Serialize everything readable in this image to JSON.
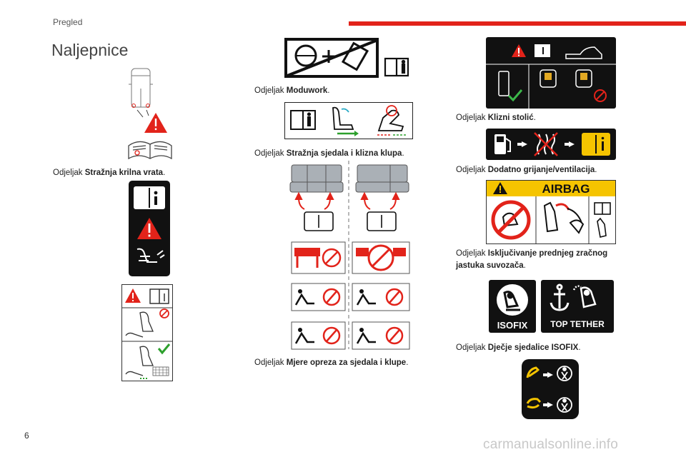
{
  "header": {
    "section": "Pregled",
    "title": "Naljepnice",
    "accent_color": "#e2231a"
  },
  "page_number": "6",
  "captions": [
    {
      "prefix": "Odjeljak ",
      "bold": "Stražnja krilna vrata",
      "suffix": "."
    },
    {
      "prefix": "Odjeljak ",
      "bold": "Moduwork",
      "suffix": "."
    },
    {
      "prefix": "Odjeljak ",
      "bold": "Stražnja sjedala i klizna klupa",
      "suffix": "."
    },
    {
      "prefix": "Odjeljak ",
      "bold": "Mjere opreza za sjedala i klupe",
      "suffix": "."
    },
    {
      "prefix": "Odjeljak ",
      "bold": "Klizni stolić",
      "suffix": "."
    },
    {
      "prefix": "Odjeljak ",
      "bold": "Dodatno grijanje/ventilacija",
      "suffix": "."
    },
    {
      "prefix": "Odjeljak ",
      "bold": "Isključivanje prednjeg zračnog jastuka suvozača",
      "suffix": "."
    },
    {
      "prefix": "Odjeljak ",
      "bold": "Dječje sjedalice ISOFIX",
      "suffix": "."
    }
  ],
  "labels": {
    "airbag": "AIRBAG",
    "isofix": "ISOFIX",
    "top_tether": "TOP TETHER"
  },
  "icons": [
    "van-top-view-icon",
    "warning-triangle-icon",
    "manual-book-icon",
    "prohibited-icon",
    "check-icon",
    "fuel-pump-icon",
    "child-seat-icon",
    "anchor-icon",
    "seatbelt-icon"
  ],
  "watermark": "carmanualsonline.info"
}
